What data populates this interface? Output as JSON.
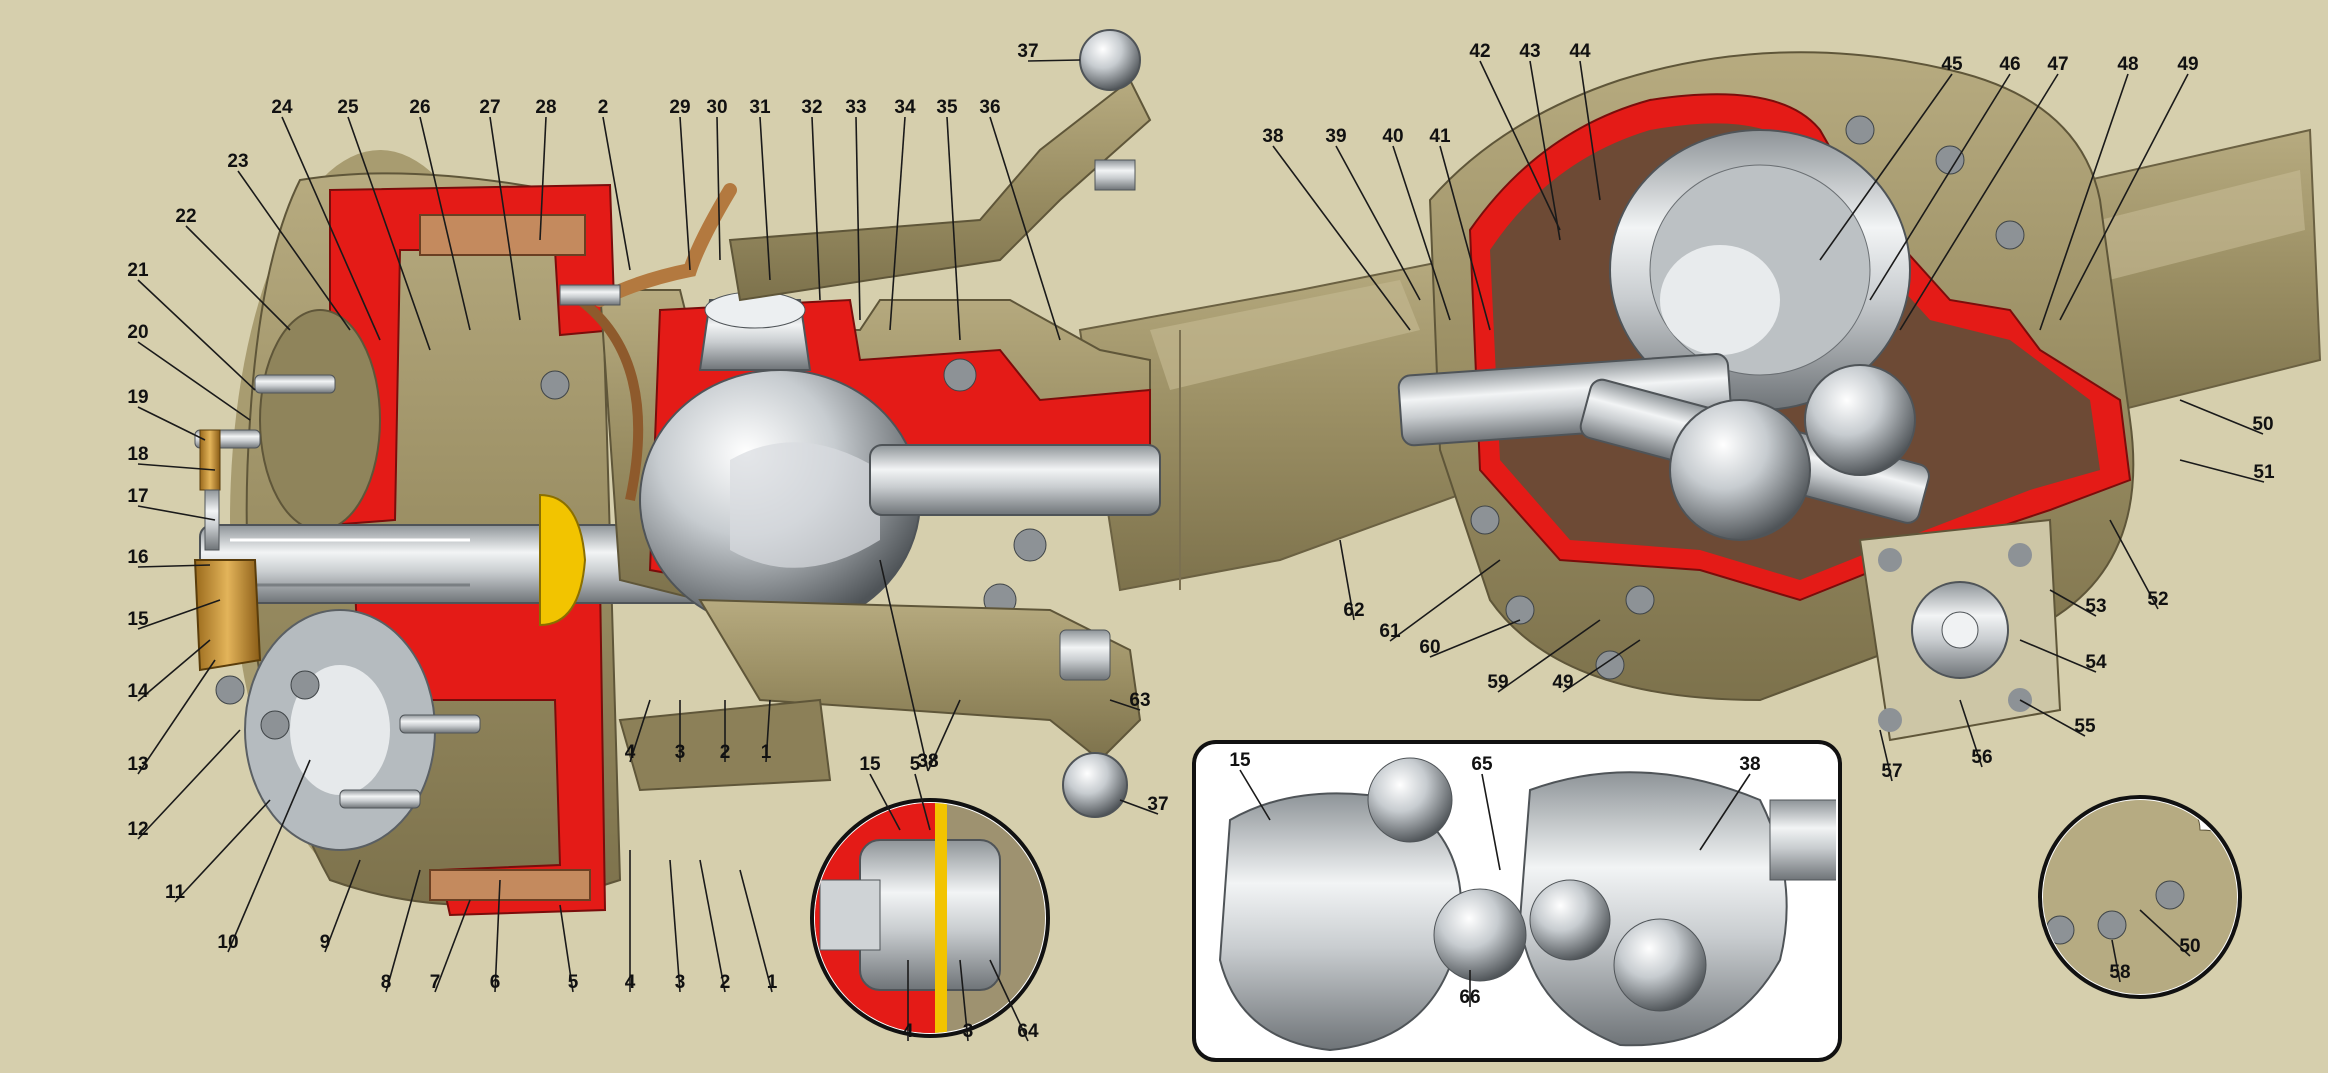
{
  "diagram": {
    "callouts": [
      {
        "label": "1"
      },
      {
        "label": "2"
      },
      {
        "label": "3"
      },
      {
        "label": "4"
      },
      {
        "label": "5"
      },
      {
        "label": "6"
      },
      {
        "label": "7"
      },
      {
        "label": "8"
      },
      {
        "label": "9"
      },
      {
        "label": "10"
      },
      {
        "label": "11"
      },
      {
        "label": "12"
      },
      {
        "label": "13"
      },
      {
        "label": "14"
      },
      {
        "label": "15"
      },
      {
        "label": "16"
      },
      {
        "label": "17"
      },
      {
        "label": "18"
      },
      {
        "label": "19"
      },
      {
        "label": "20"
      },
      {
        "label": "21"
      },
      {
        "label": "22"
      },
      {
        "label": "23"
      },
      {
        "label": "24"
      },
      {
        "label": "25"
      },
      {
        "label": "26"
      },
      {
        "label": "27"
      },
      {
        "label": "28"
      },
      {
        "label": "2"
      },
      {
        "label": "29"
      },
      {
        "label": "30"
      },
      {
        "label": "31"
      },
      {
        "label": "32"
      },
      {
        "label": "33"
      },
      {
        "label": "34"
      },
      {
        "label": "35"
      },
      {
        "label": "36"
      },
      {
        "label": "37"
      },
      {
        "label": "37"
      },
      {
        "label": "63"
      },
      {
        "label": "38"
      },
      {
        "label": "1"
      },
      {
        "label": "2"
      },
      {
        "label": "3"
      },
      {
        "label": "4"
      },
      {
        "label": "15"
      },
      {
        "label": "5"
      },
      {
        "label": "38"
      },
      {
        "label": "4"
      },
      {
        "label": "3"
      },
      {
        "label": "64"
      },
      {
        "label": "38"
      },
      {
        "label": "39"
      },
      {
        "label": "40"
      },
      {
        "label": "41"
      },
      {
        "label": "42"
      },
      {
        "label": "43"
      },
      {
        "label": "44"
      },
      {
        "label": "45"
      },
      {
        "label": "46"
      },
      {
        "label": "47"
      },
      {
        "label": "48"
      },
      {
        "label": "49"
      },
      {
        "label": "50"
      },
      {
        "label": "51"
      },
      {
        "label": "52"
      },
      {
        "label": "53"
      },
      {
        "label": "54"
      },
      {
        "label": "55"
      },
      {
        "label": "56"
      },
      {
        "label": "57"
      },
      {
        "label": "49"
      },
      {
        "label": "59"
      },
      {
        "label": "60"
      },
      {
        "label": "61"
      },
      {
        "label": "62"
      },
      {
        "label": "15"
      },
      {
        "label": "65"
      },
      {
        "label": "38"
      },
      {
        "label": "66"
      },
      {
        "label": "50"
      },
      {
        "label": "58"
      }
    ]
  }
}
